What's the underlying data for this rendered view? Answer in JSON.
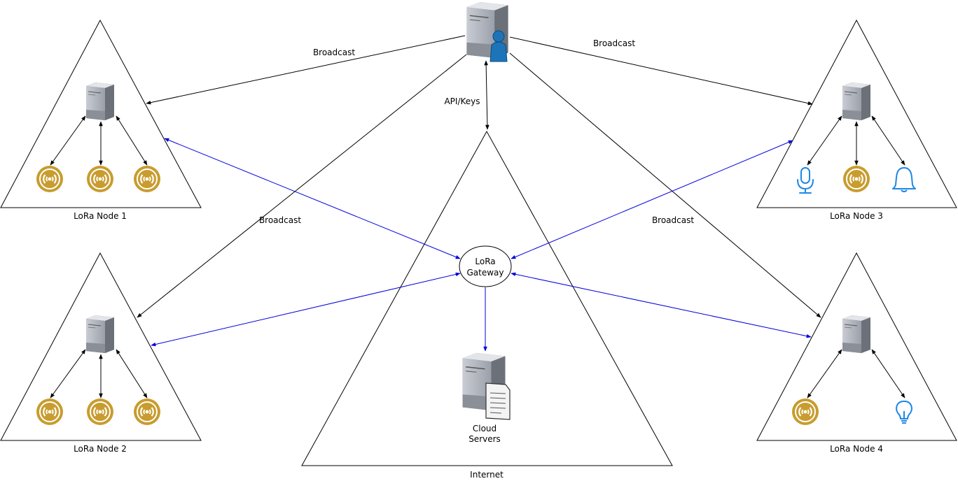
{
  "nodes": {
    "node1": {
      "label": "LoRa Node 1"
    },
    "node2": {
      "label": "LoRa Node 2"
    },
    "node3": {
      "label": "LoRa Node 3"
    },
    "node4": {
      "label": "LoRa Node 4"
    }
  },
  "internet": {
    "label": "Internet"
  },
  "gateway": {
    "line1": "LoRa",
    "line2": "Gateway"
  },
  "cloud": {
    "line1": "Cloud",
    "line2": "Servers"
  },
  "edges": {
    "broadcast_node1": "Broadcast",
    "broadcast_node2": "Broadcast",
    "broadcast_node3": "Broadcast",
    "broadcast_node4": "Broadcast",
    "api_keys": "API/Keys"
  },
  "colors": {
    "wireless_link": "#0000dd",
    "sensor": "#c89c2e",
    "device_blue": "#1e88e5"
  },
  "icons": {
    "admin_server": "server-with-user-icon",
    "node_server": "server-icon",
    "cloud_server": "server-with-document-icon",
    "sensor": "wireless-sensor-icon",
    "microphone": "microphone-icon",
    "bell": "bell-icon",
    "bulb": "light-bulb-icon"
  }
}
